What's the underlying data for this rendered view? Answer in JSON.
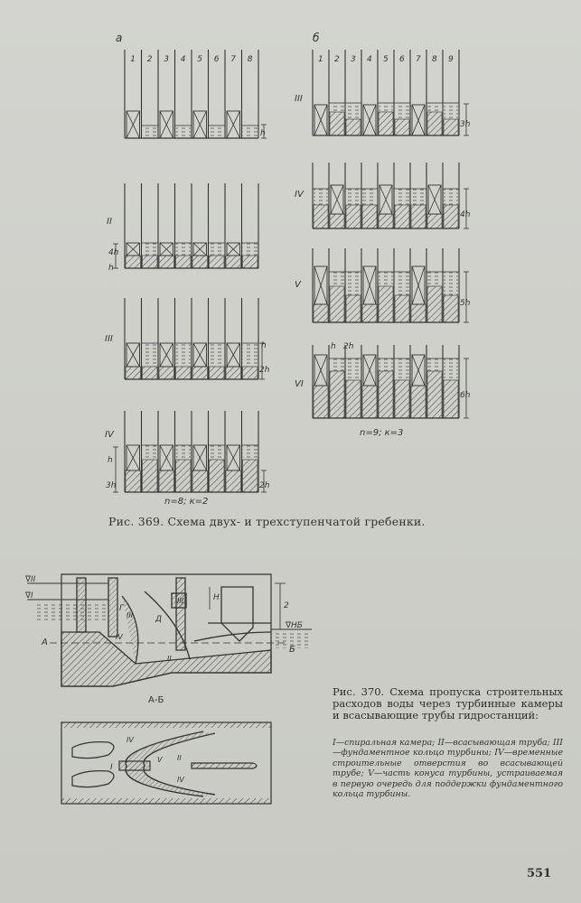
{
  "fig369": {
    "panel_a_label": "а",
    "panel_b_label": "б",
    "a_columns": [
      "1",
      "2",
      "3",
      "4",
      "5",
      "6",
      "7",
      "8"
    ],
    "b_columns": [
      "1",
      "2",
      "3",
      "4",
      "5",
      "6",
      "7",
      "8",
      "9"
    ],
    "a_stage_labels": [
      "II",
      "III",
      "IV"
    ],
    "b_stage_labels": [
      "III",
      "IV",
      "V",
      "VI"
    ],
    "a_dims": {
      "r1": "h",
      "r2_left": [
        "h",
        "4h"
      ],
      "r3": [
        "h",
        "2h"
      ],
      "r4_left": [
        "3h",
        "h"
      ],
      "r4_right": "2h"
    },
    "b_dims": {
      "r1": "3h",
      "r2": "4h",
      "r3": "5h",
      "r4": "6h",
      "r4_top": [
        "h",
        "2h"
      ]
    },
    "a_params": "n=8; к=2",
    "b_params": "n=9; к=3",
    "caption": "Рис. 369. Схема двух- и трехступенчатой гребенки."
  },
  "fig370": {
    "labels": {
      "lvl_ii": "∇II",
      "lvl_i": "∇I",
      "lvl_nb": "∇НБ",
      "a": "А",
      "b": "Б",
      "g": "Г",
      "d": "Д",
      "h": "Н",
      "z": "2",
      "iii": "III",
      "iv": "IV",
      "ii": "II",
      "section": "А-Б",
      "s_iv_top": "IV",
      "s_i": "I",
      "s_v": "V",
      "s_ii": "II",
      "s_iv_bot": "IV"
    },
    "caption_title": "Рис. 370. Схема пропуска строительных расходов воды через турбинные камеры и всасывающие трубы гидростанций:",
    "legend": "I—спиральная камера; II—всасывающая труба; III—фундаментное кольцо турбины; IV—временные строительные отверстия во всасывающей трубе; V—часть конуса турбины, устраиваемая в первую очередь для поддержки фундаментного кольца турбины."
  },
  "page_number": "551"
}
